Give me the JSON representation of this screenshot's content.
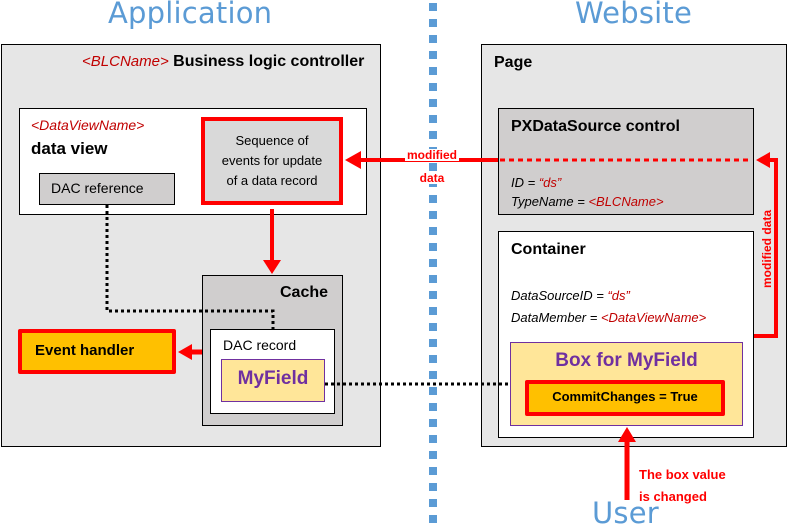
{
  "sections": {
    "application": "Application",
    "website": "Website",
    "user": "User"
  },
  "application": {
    "blc": {
      "name_placeholder": "<BLCName>",
      "title": "Business logic controller"
    },
    "data_view": {
      "name_placeholder": "<DataViewName>",
      "title": "data view",
      "dac_reference": "DAC reference",
      "sequence": [
        "Sequence of",
        "events for update",
        "of a data record"
      ]
    },
    "cache": {
      "title": "Cache",
      "dac_record": "DAC record",
      "field": "MyField"
    },
    "event_handler": "Event handler"
  },
  "website": {
    "page_title": "Page",
    "datasource": {
      "title": "PXDataSource control",
      "id_label": "ID = ",
      "id_value": "“ds”",
      "typename_label": "TypeName = ",
      "typename_value": "<BLCName>"
    },
    "container": {
      "title": "Container",
      "dsid_label": "DataSourceID = ",
      "dsid_value": "“ds”",
      "member_label": "DataMember = ",
      "member_value": "<DataViewName>",
      "box_title": "Box for MyField",
      "commit": "CommitChanges = True"
    }
  },
  "annotations": {
    "modified_data_horizontal": [
      "modified",
      "data"
    ],
    "modified_data_vertical": "modified data",
    "user_action": [
      "The box value",
      "is changed"
    ]
  },
  "colors": {
    "section_title": "#5b9bd5",
    "arrow_red": "#ff0000",
    "placeholder_red": "#c00000",
    "field_purple": "#7030a0",
    "field_fill": "#ffe699",
    "handler_fill": "#ffc000",
    "outer_gray": "#e6e6e6",
    "inner_gray": "#d0cece"
  }
}
